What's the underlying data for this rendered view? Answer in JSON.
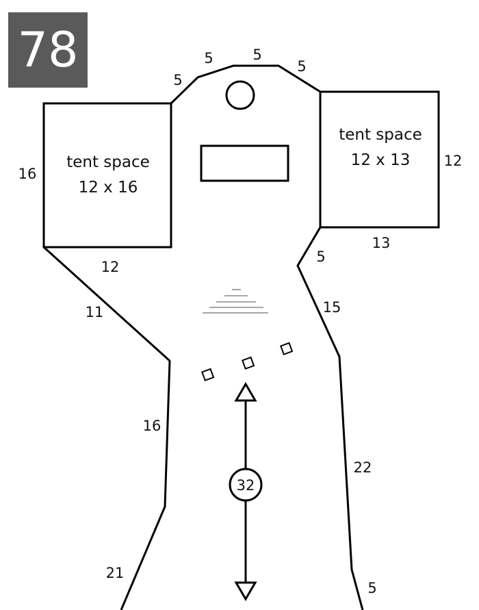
{
  "site": {
    "number": "78"
  },
  "tents": [
    {
      "label": "tent space",
      "size": "12 x 16"
    },
    {
      "label": "tent space",
      "size": "12 x 13"
    }
  ],
  "dimensions": {
    "top_left_diag": "5",
    "top_left": "5",
    "top_middle": "5",
    "top_right": "5",
    "tent_left_height": "16",
    "tent_left_bottom": "12",
    "tent_right_height": "12",
    "tent_right_bottom": "13",
    "right_upper_diag": "5",
    "left_diag": "11",
    "right_15": "15",
    "left_16": "16",
    "right_22": "22",
    "left_21": "21",
    "right_bottom": "5"
  },
  "parking": {
    "length": "32"
  }
}
